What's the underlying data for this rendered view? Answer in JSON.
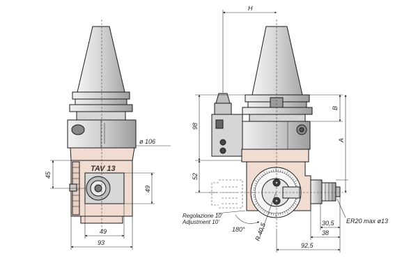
{
  "drawing": {
    "left_view": {
      "label_tav": "TAV 13",
      "dim_diameter": "ø 106",
      "dim_45": "45",
      "dim_49_right": "49",
      "dim_49_bottom": "49",
      "dim_93": "93"
    },
    "right_view": {
      "dim_H": "H",
      "dim_B": "B",
      "dim_A": "A",
      "dim_98": "98",
      "dim_52": "52",
      "regolazione": "Regolazione 10'",
      "adjustment": "Adjustment 10'",
      "angle_180": "180°",
      "radius": "R 40,5",
      "collet": "ER20 max ø13",
      "dim_30_5": "30,5",
      "dim_38": "38",
      "dim_92_5": "92,5"
    },
    "colors": {
      "steel_gray": "#c9c9c9",
      "steel_light": "#e4e4e4",
      "body_pink": "#f1dcd2",
      "outline": "#1a1a1a"
    }
  }
}
